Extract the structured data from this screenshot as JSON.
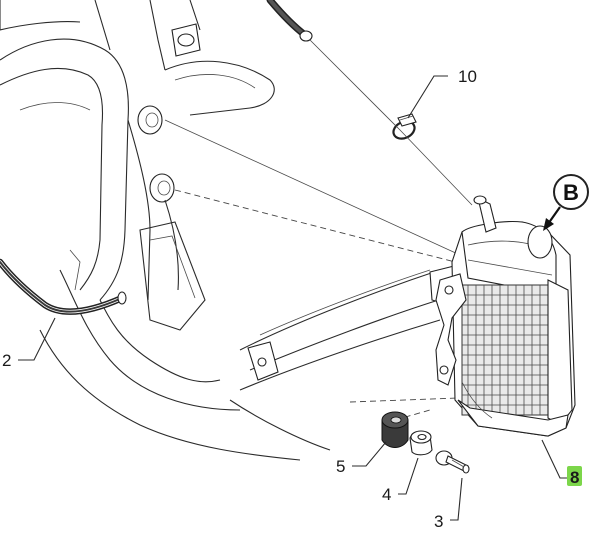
{
  "callouts": {
    "c10": "10",
    "c2": "2",
    "c5": "5",
    "c4": "4",
    "c3": "3",
    "c8": "8"
  },
  "view_label": "B",
  "colors": {
    "highlight": "#7CD64A",
    "line": "#2b2b2b",
    "dark_part": "#3a3a3a"
  }
}
